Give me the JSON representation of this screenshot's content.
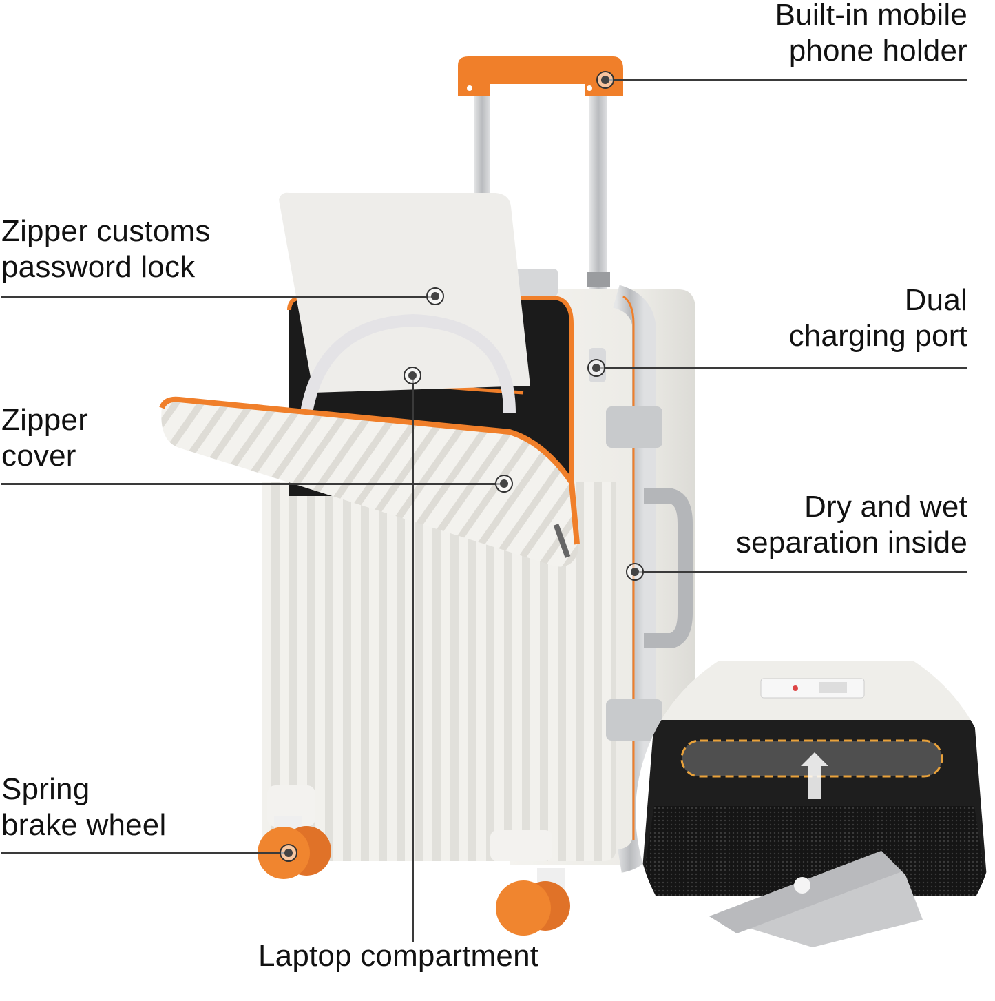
{
  "colors": {
    "accent_orange": "#F07F2A",
    "shell_white": "#EFEEEA",
    "aluminum": "#C9CBCD",
    "lining_black": "#1C1C1C",
    "callout_line": "#3A3A3A",
    "highlight_dash": "#E9A23B"
  },
  "callouts": [
    {
      "id": "phone-holder",
      "text": "Built-in mobile\nphone holder",
      "line1": "Built-in mobile",
      "line2": "phone holder",
      "side": "right"
    },
    {
      "id": "password-lock",
      "line1": "Zipper customs",
      "line2": "password lock",
      "side": "left"
    },
    {
      "id": "charging-port",
      "line1": "Dual",
      "line2": "charging port",
      "side": "right"
    },
    {
      "id": "zipper-cover",
      "line1": "Zipper",
      "line2": "cover",
      "side": "left"
    },
    {
      "id": "dry-wet",
      "line1": "Dry and wet",
      "line2": "separation inside",
      "side": "right"
    },
    {
      "id": "brake-wheel",
      "line1": "Spring",
      "line2": "brake wheel",
      "side": "left"
    },
    {
      "id": "laptop-compartment",
      "line1": "Laptop compartment",
      "side": "bottom"
    }
  ],
  "icons": {
    "callout_marker": "target-dot",
    "inset_arrow": "arrow-up",
    "laptop_logo": "apple-logo"
  }
}
